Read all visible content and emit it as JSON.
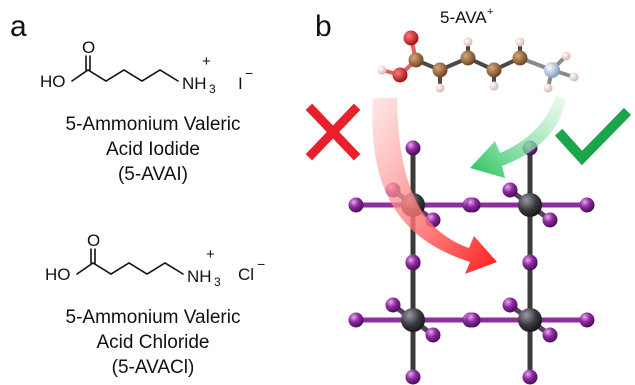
{
  "panel_a": {
    "letter": "a",
    "iodide": {
      "ho": "HO",
      "o": "O",
      "n": "NH",
      "n_sub": "3",
      "plus": "+",
      "anion": "I",
      "anion_charge": "−",
      "caption": [
        "5-Ammonium Valeric",
        "Acid Iodide",
        "(5-AVAI)"
      ]
    },
    "chloride": {
      "ho": "HO",
      "o": "O",
      "n": "NH",
      "n_sub": "3",
      "plus": "+",
      "anion": "Cl",
      "anion_charge": "−",
      "caption": [
        "5-Ammonium Valeric",
        "Acid Chloride",
        "(5-AVACl)"
      ]
    }
  },
  "panel_b": {
    "letter": "b",
    "molecule_label": "5-AVA",
    "molecule_charge": "+",
    "colors": {
      "carbon": "#8a5a32",
      "oxygen": "#d02020",
      "hydrogen": "#f0d8d0",
      "nitrogen": "#9cb6d6",
      "lead": "#3e3e42",
      "iodine": "#7a1c8c",
      "iodide_bond": "#8e2d9e",
      "cross": "#e8202a",
      "check": "#1aa54a"
    },
    "wrong_mark_icon": "red-cross-icon",
    "right_mark_icon": "green-check-icon"
  }
}
